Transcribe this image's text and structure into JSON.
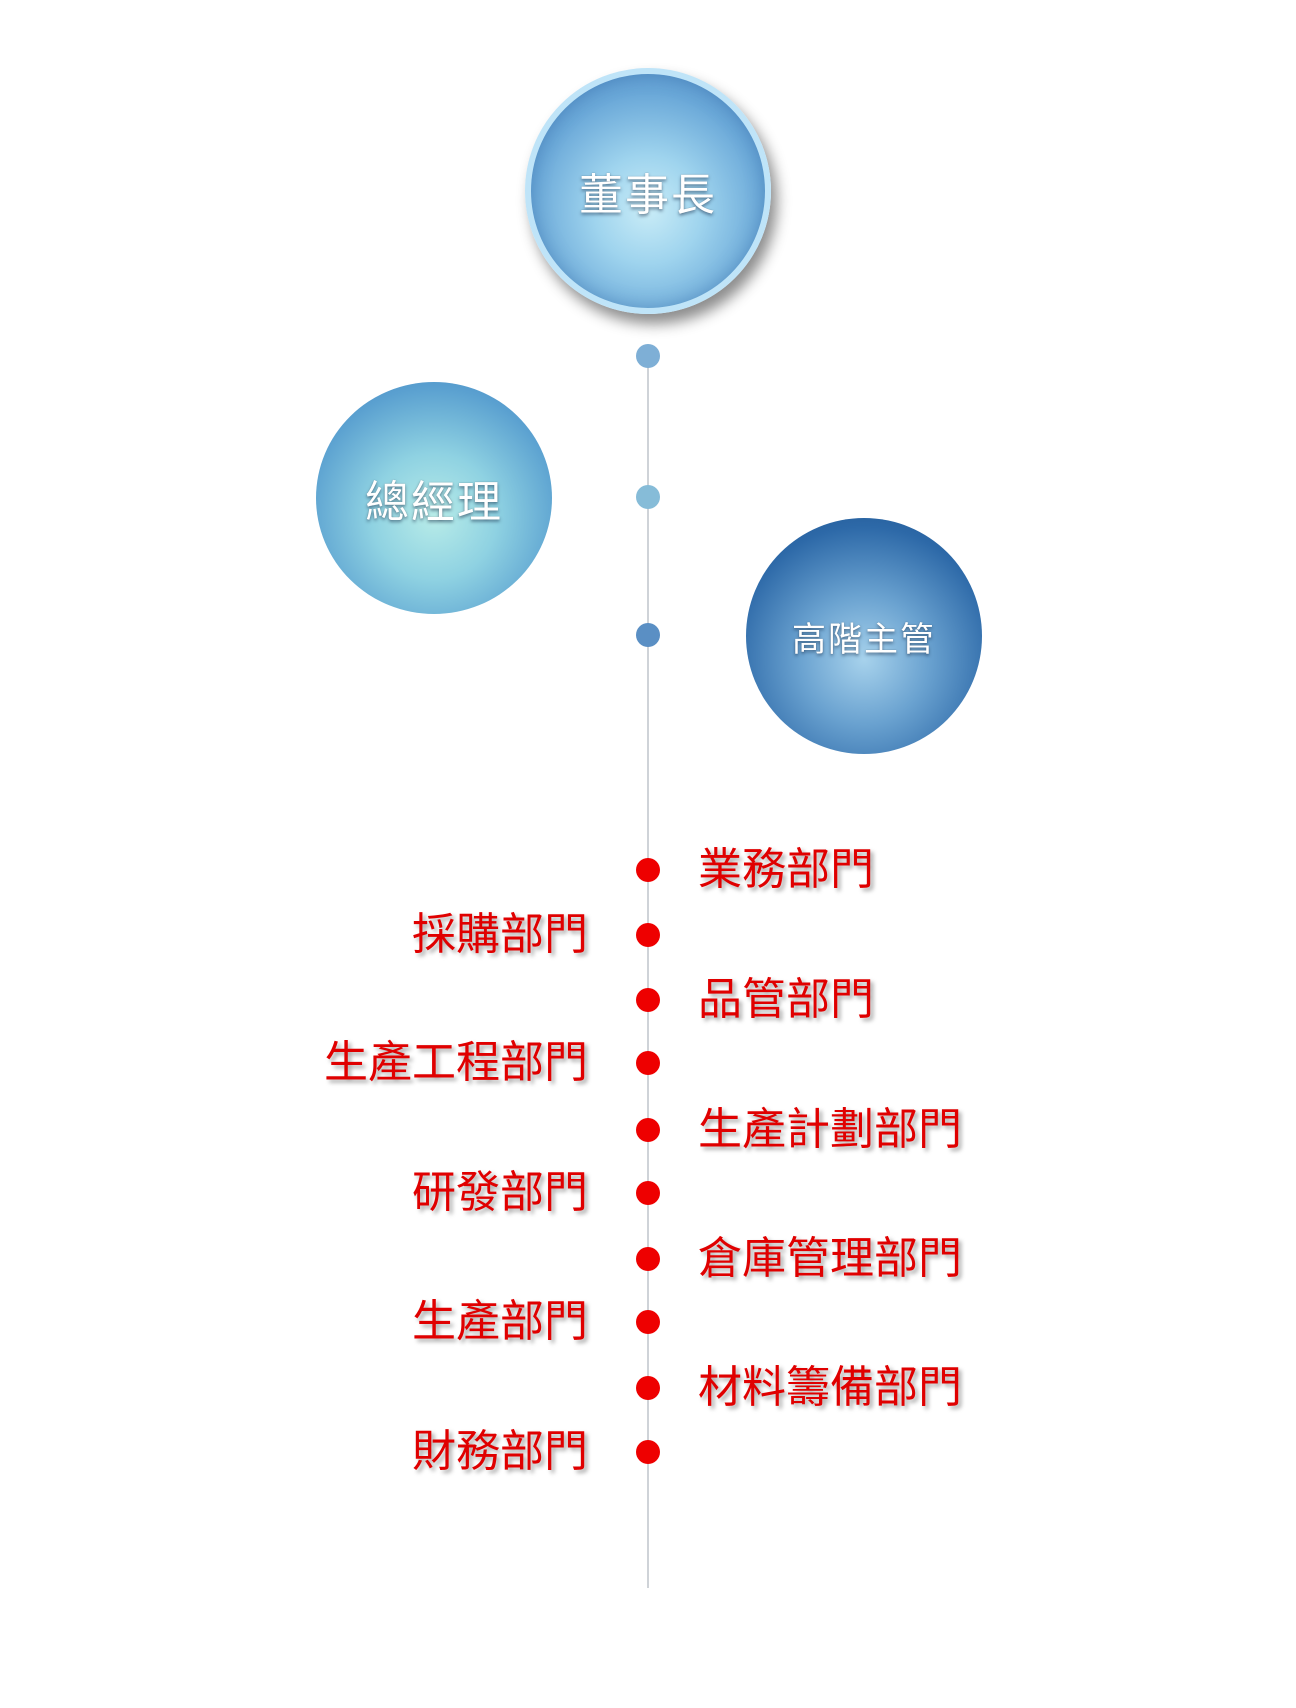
{
  "top_nodes": {
    "chairman": "董事長",
    "general_manager": "總經理",
    "senior_managers": "高階主管"
  },
  "departments": {
    "sales": "業務部門",
    "purchasing": "採購部門",
    "quality": "品管部門",
    "production_engineering": "生產工程部門",
    "production_planning": "生產計劃部門",
    "rnd": "研發部門",
    "warehouse": "倉庫管理部門",
    "production": "生產部門",
    "material_prep": "材料籌備部門",
    "finance": "財務部門"
  },
  "colors": {
    "department_text": "#e00000",
    "department_node": "#ee0000",
    "spine": "#cfd3d8"
  }
}
